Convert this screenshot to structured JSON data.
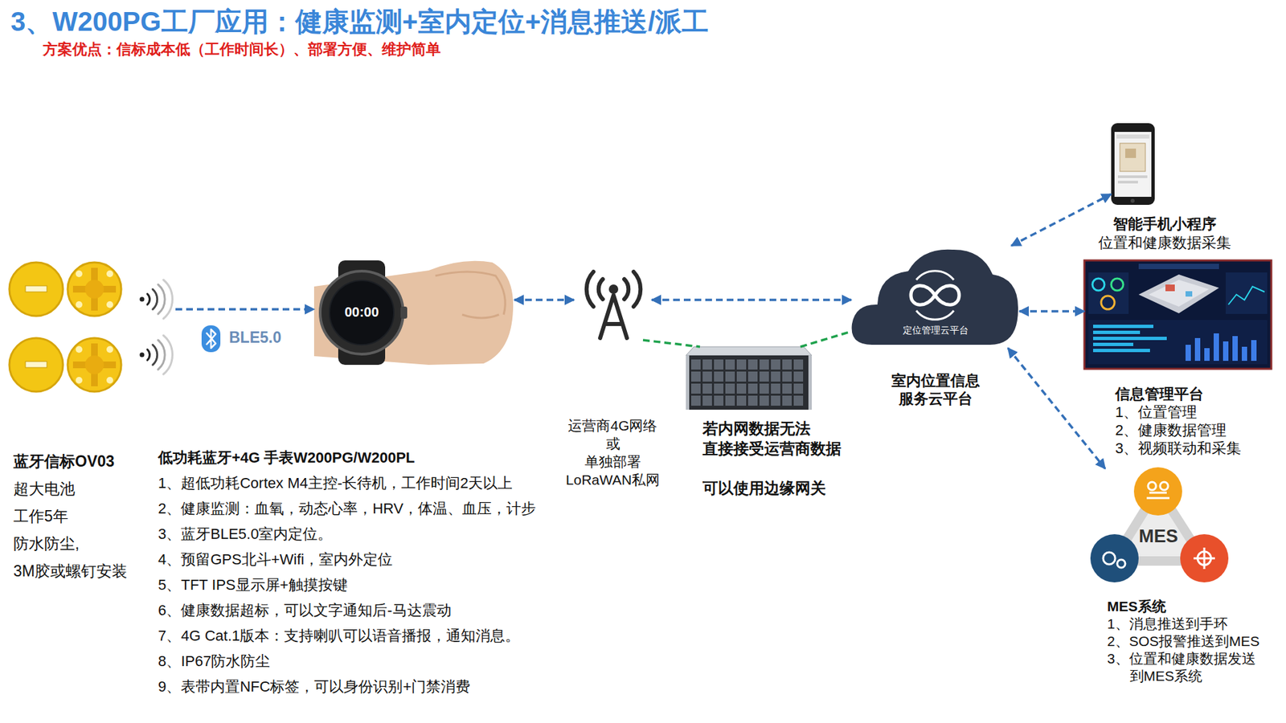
{
  "diagram": {
    "title": "3、W200PG工厂应用：健康监测+室内定位+消息推送/派工",
    "nodes": [
      {
        "text": [
          "蓝牙信标OV03",
          "超大电池",
          "工作5年",
          "防水防尘,",
          "3M胶或螺钉安装"
        ]
      },
      {
        "text": [
          "低功耗蓝牙+4G 手表W200PG/W200PL",
          "1、超低功耗Cortex M4主控-长待机，工作时间2天以上",
          "2、健康监测：血氧，动态心率，HRV，体温、血压，计步",
          "3、蓝牙BLE5.0室内定位。",
          "4、预留GPS北斗+Wifi，室内外定位",
          "5、TFT IPS显示屏+触摸按键",
          "6、健康数据超标，可以文字通知后-马达震动",
          "7、4G Cat.1版本：支持喇叭可以语音播报，通知消息。",
          "8、IP67防水防尘",
          "9、表带内置NFC标签，可以身份识别+门禁消费"
        ]
      },
      {
        "text": [
          "运营商4G网络",
          "或",
          "单独部署",
          "LoRaWAN私网"
        ]
      },
      {
        "text": [
          "若内网数据无法 直接接受运营商数据",
          "可以使用边缘网关"
        ]
      },
      {
        "text": [
          "定位管理云平台",
          "室内位置信息 服务云平台"
        ]
      },
      {
        "text": [
          "智能手机小程序",
          "位置和健康数据采集"
        ]
      },
      {
        "text": [
          "信息管理平台",
          "1、位置管理",
          "2、健康数据管理",
          "3、视频联动和采集"
        ]
      },
      {
        "text": [
          "MES",
          "MES系统",
          "1、消息推送到手环",
          "2、SOS报警推送到MES",
          "3、位置和健康数据发送 到MES系统"
        ]
      }
    ],
    "edges": [
      {
        "from": 0,
        "to": 1,
        "arrow": "to",
        "label": "BLE5.0"
      },
      {
        "from": 1,
        "to": 2,
        "arrow": "both"
      },
      {
        "from": 2,
        "to": 4,
        "arrow": "both"
      },
      {
        "from": 2,
        "to": 3,
        "arrow": "none"
      },
      {
        "from": 3,
        "to": 4,
        "arrow": "none"
      },
      {
        "from": 4,
        "to": 5,
        "arrow": "both"
      },
      {
        "from": 4,
        "to": 6,
        "arrow": "both"
      },
      {
        "from": 4,
        "to": 7,
        "arrow": "both"
      }
    ],
    "labels": [
      "方案优点：信标成本低（工作时间长）、部署方便、维护简单",
      "00:00"
    ]
  }
}
